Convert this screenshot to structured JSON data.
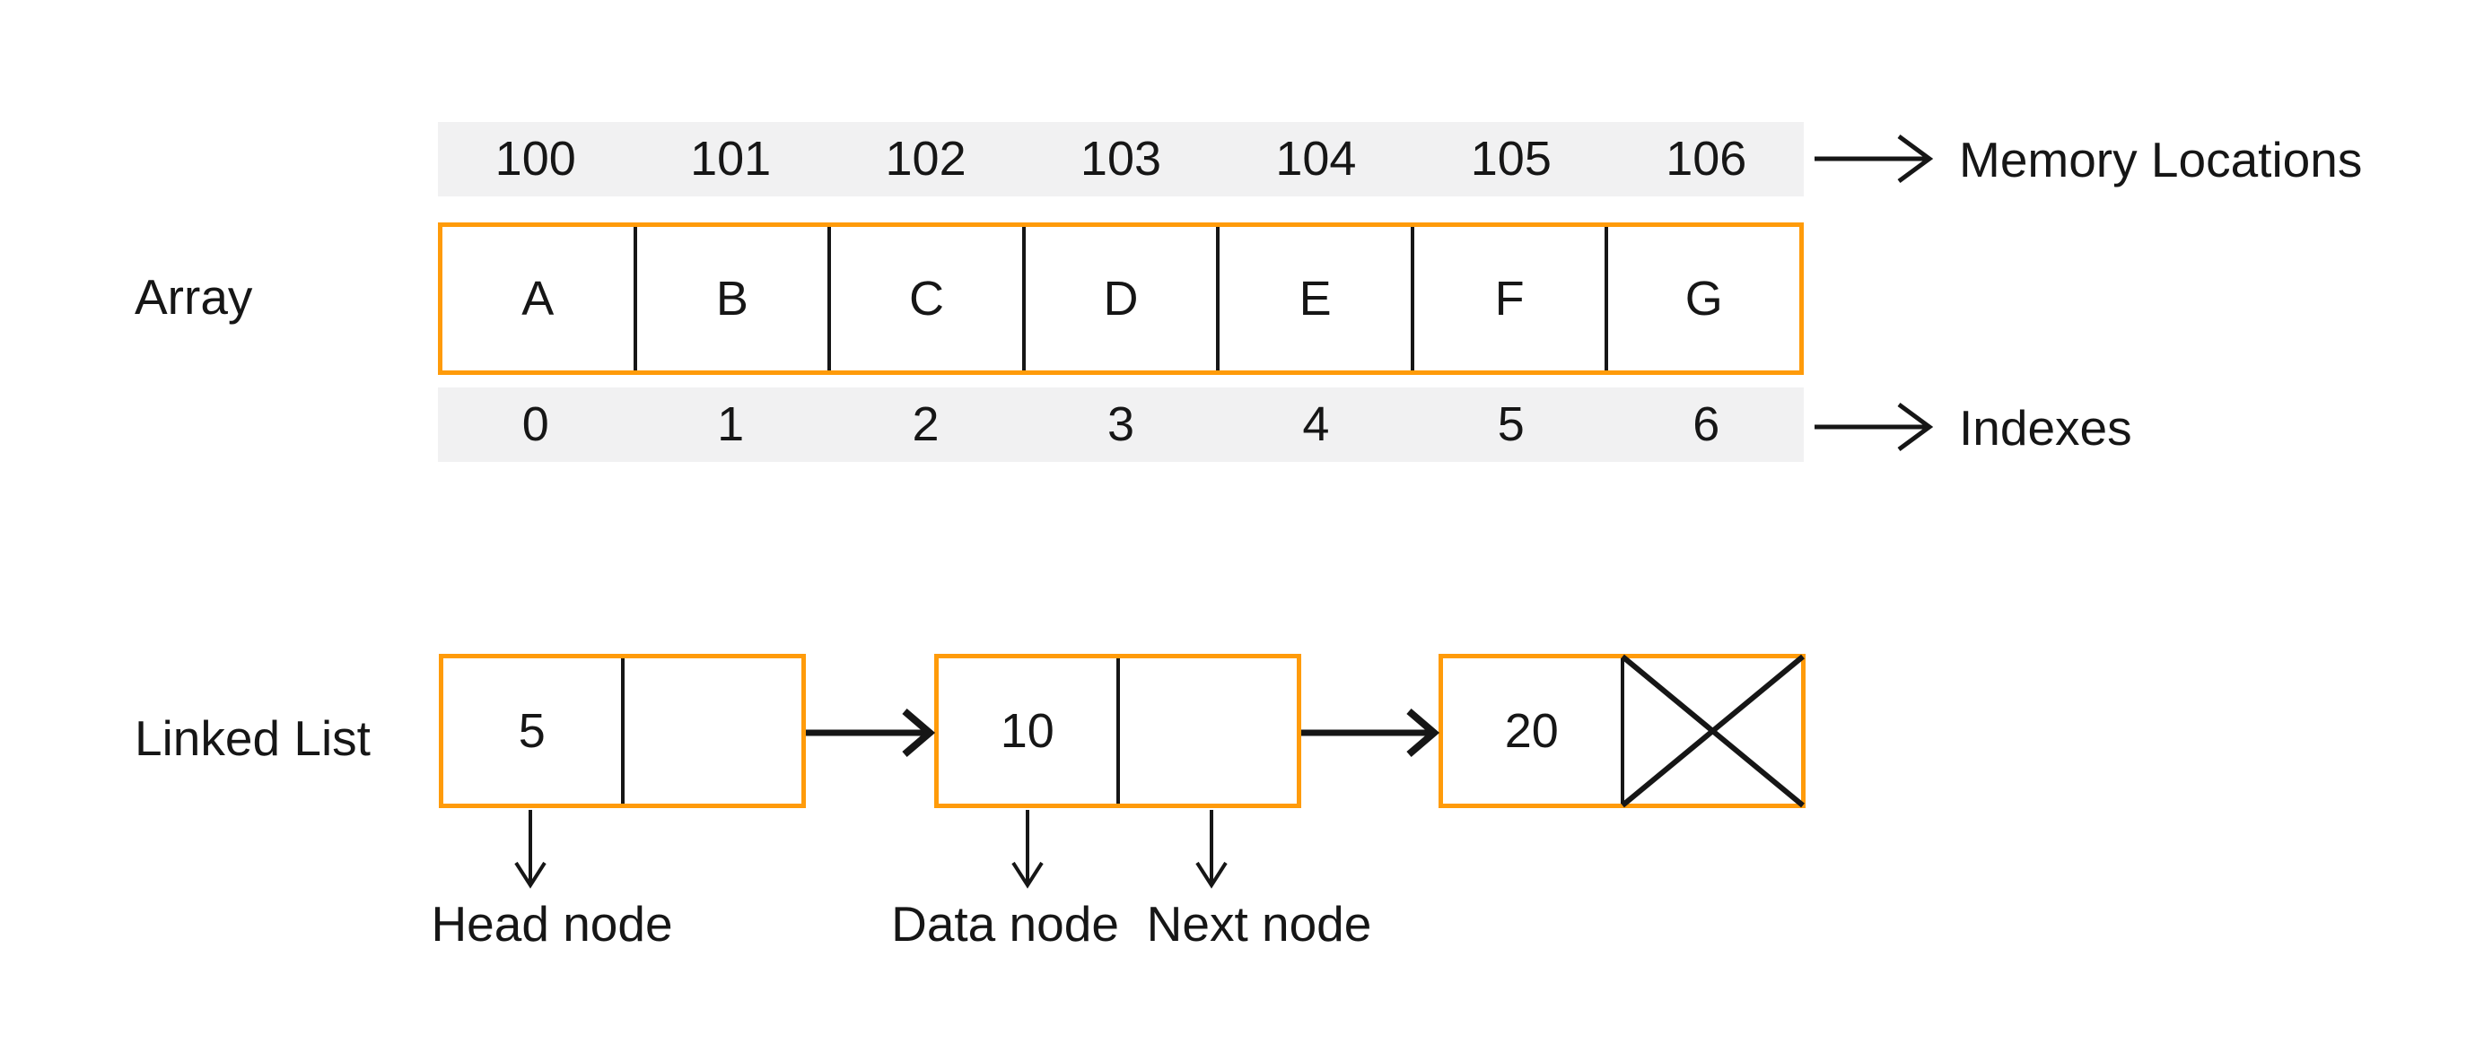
{
  "array_section": {
    "label": "Array",
    "memory_row": {
      "values": [
        "100",
        "101",
        "102",
        "103",
        "104",
        "105",
        "106"
      ],
      "arrow_label": "Memory Locations"
    },
    "cells": [
      "A",
      "B",
      "C",
      "D",
      "E",
      "F",
      "G"
    ],
    "index_row": {
      "values": [
        "0",
        "1",
        "2",
        "3",
        "4",
        "5",
        "6"
      ],
      "arrow_label": "Indexes"
    }
  },
  "linked_list_section": {
    "label": "Linked List",
    "nodes": [
      {
        "data": "5",
        "pointer": "next"
      },
      {
        "data": "10",
        "pointer": "next"
      },
      {
        "data": "20",
        "pointer": "null"
      }
    ],
    "annotations": [
      "Head node",
      "Data node",
      "Next node"
    ]
  },
  "colors": {
    "box_border": "#FF9B0A",
    "band_background": "#F1F1F2",
    "line": "#161616"
  }
}
